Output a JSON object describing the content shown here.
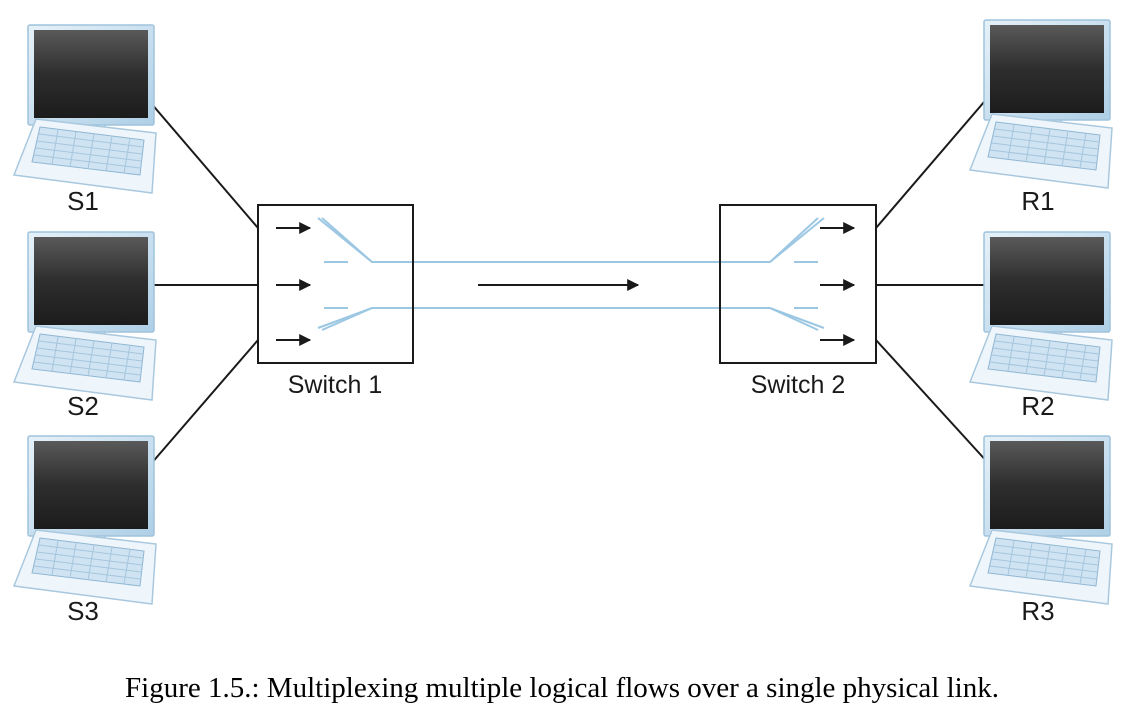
{
  "senders": [
    {
      "label": "S1"
    },
    {
      "label": "S2"
    },
    {
      "label": "S3"
    }
  ],
  "receivers": [
    {
      "label": "R1"
    },
    {
      "label": "R2"
    },
    {
      "label": "R3"
    }
  ],
  "switches": [
    {
      "label": "Switch 1"
    },
    {
      "label": "Switch 2"
    }
  ],
  "caption": "Figure 1.5.: Multiplexing multiple logical flows over a single physical link.",
  "colors": {
    "line": "#1a1a1a",
    "link_outline": "#9cc7e3",
    "screen_frame": "#bcd9ee",
    "screen_dark": "#2b2b2b",
    "keyboard": "#d9e9f5"
  },
  "icons": {
    "computer": "desktop-computer-icon",
    "arrow": "right-arrow-icon"
  }
}
